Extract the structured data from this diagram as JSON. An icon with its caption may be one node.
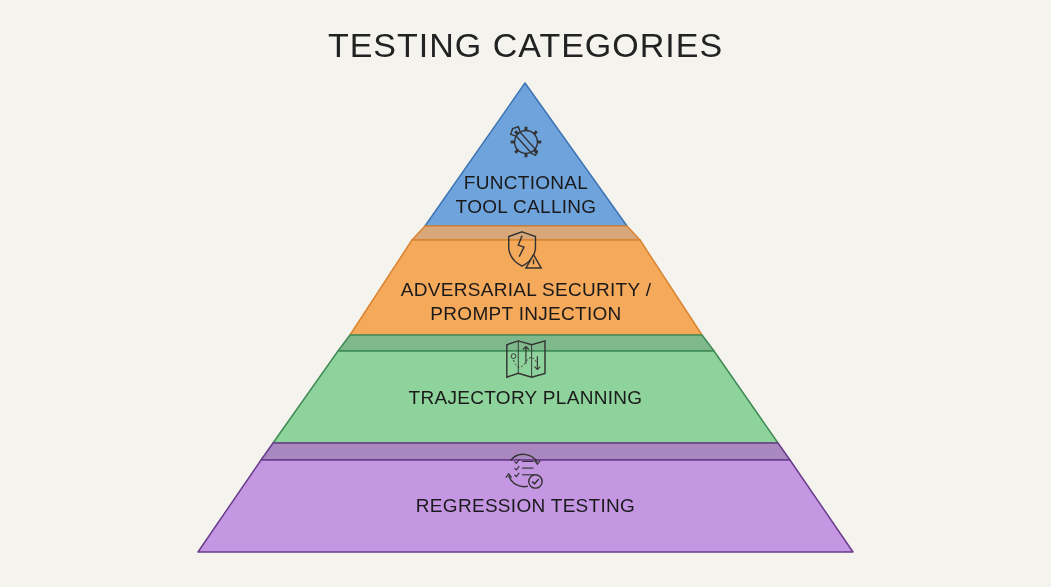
{
  "diagram": {
    "title": "TESTING CATEGORIES",
    "nodes": [
      {
        "text": [
          "FUNCTIONAL TOOL CALLING"
        ]
      },
      {
        "text": [
          "ADVERSARIAL SECURITY / PROMPT INJECTION"
        ]
      },
      {
        "text": [
          "TRAJECTORY PLANNING"
        ]
      },
      {
        "text": [
          "REGRESSION TESTING"
        ]
      }
    ]
  }
}
